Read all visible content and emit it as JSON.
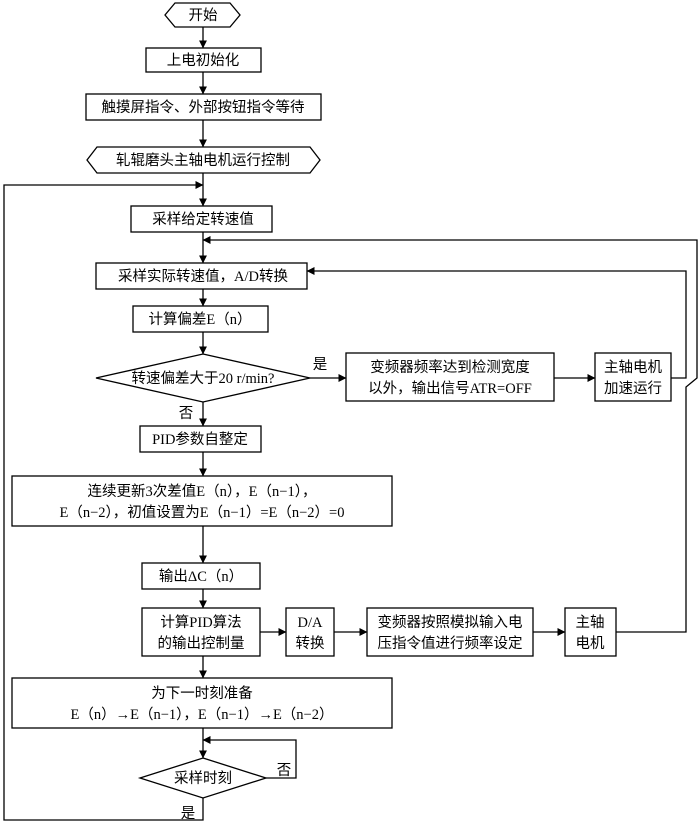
{
  "nodes": {
    "start": "开始",
    "power_init": "上电初始化",
    "wait": "触摸屏指令、外部按钮指令等待",
    "spindle_control": "轧辊磨头主轴电机运行控制",
    "sample_given": "采样给定转速值",
    "sample_actual": "采样实际转速值，A/D转换",
    "calc_dev": "计算偏差E（n）",
    "decision": "转速偏差大于20 r/min?",
    "freq_line1": "变频器频率达到检测宽度",
    "freq_line2": "以外，输出信号ATR=OFF",
    "accel_line1": "主轴电机",
    "accel_line2": "加速运行",
    "pid_tune": "PID参数自整定",
    "update_line1": "连续更新3次差值E（n），E（n−1），",
    "update_line2": "E（n−2），初值设置为E（n−1）=E（n−2）=0",
    "output_dc": "输出ΔC（n）",
    "pid_out_line1": "计算PID算法",
    "pid_out_line2": "的输出控制量",
    "da_line1": "D/A",
    "da_line2": "转换",
    "inv_line1": "变频器按照模拟输入电",
    "inv_line2": "压指令值进行频率设定",
    "motor_line1": "主轴",
    "motor_line2": "电机",
    "prep_line1": "为下一时刻准备",
    "prep_line2": "E（n）→E（n−1），E（n−1）→E（n−2）",
    "sample_time": "采样时刻"
  },
  "labels": {
    "yes_right": "是",
    "no_below": "否",
    "no_loop": "否",
    "yes_bottom": "是"
  }
}
